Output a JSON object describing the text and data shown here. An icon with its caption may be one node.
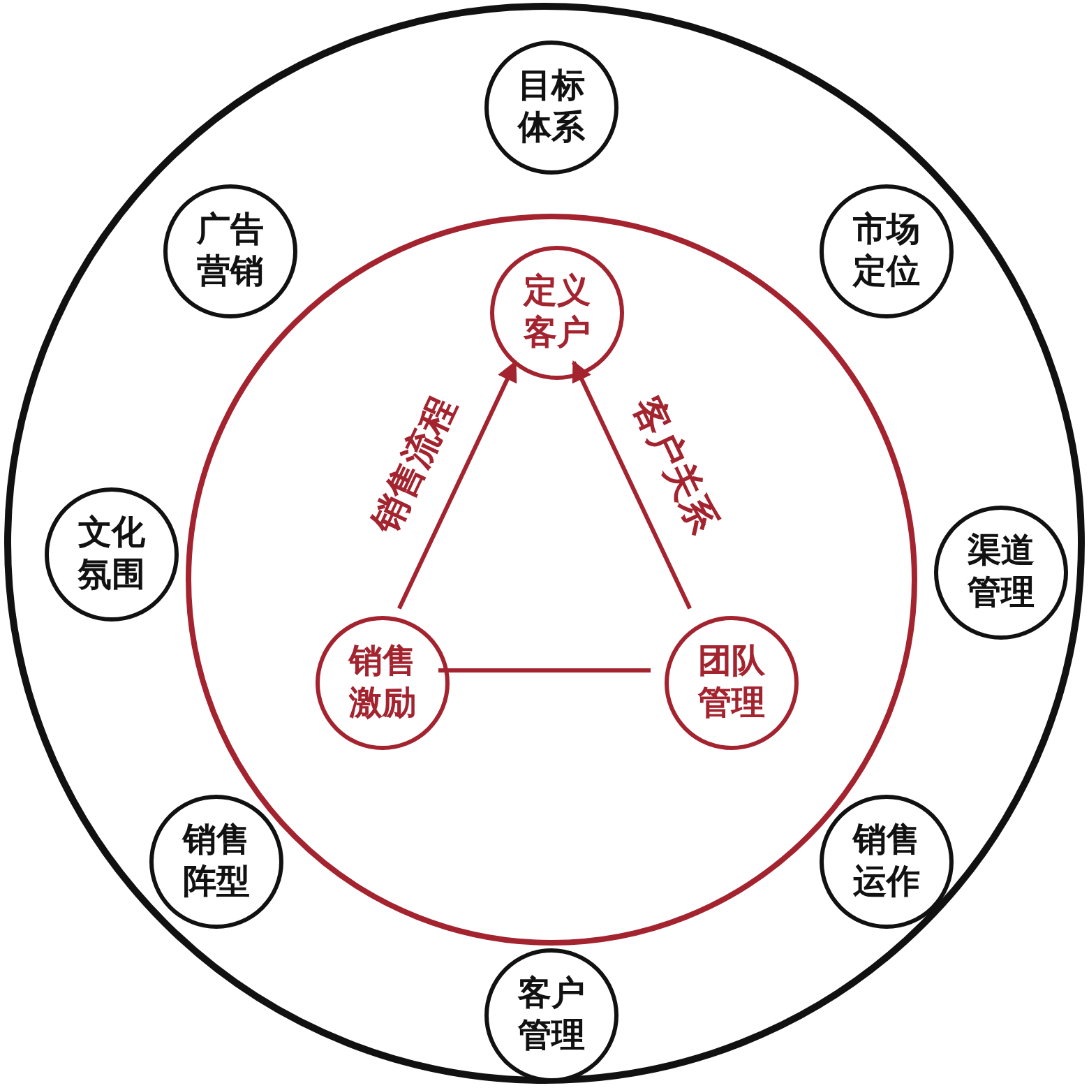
{
  "diagram": {
    "nodes": [
      {
        "text": [],
        "shape": "circle"
      },
      {
        "text": [
          "目标体系"
        ],
        "in": 0
      },
      {
        "text": [
          "广告营销"
        ],
        "in": 0
      },
      {
        "text": [
          "市场定位"
        ],
        "in": 0
      },
      {
        "text": [],
        "shape": "circle",
        "in": 0
      },
      {
        "text": [
          "定义客户"
        ],
        "in": 4
      },
      {
        "text": [
          "文化氛围"
        ],
        "in": 0
      },
      {
        "text": [
          "渠道管理"
        ],
        "in": 0
      },
      {
        "text": [
          "销售激励"
        ],
        "in": 4
      },
      {
        "text": [
          "团队管理"
        ],
        "in": 4
      },
      {
        "text": [
          "销售阵型"
        ],
        "in": 0
      },
      {
        "text": [
          "销售运作"
        ],
        "in": 0
      },
      {
        "text": [
          "客户管理"
        ],
        "in": 0
      }
    ],
    "edges": [
      {
        "from": 8,
        "to": 5,
        "arrow": "to",
        "label": "销售流程"
      },
      {
        "from": 9,
        "to": 5,
        "arrow": "to",
        "label": "客户关系"
      },
      {
        "from": 8,
        "to": 9,
        "arrow": "none"
      }
    ]
  }
}
